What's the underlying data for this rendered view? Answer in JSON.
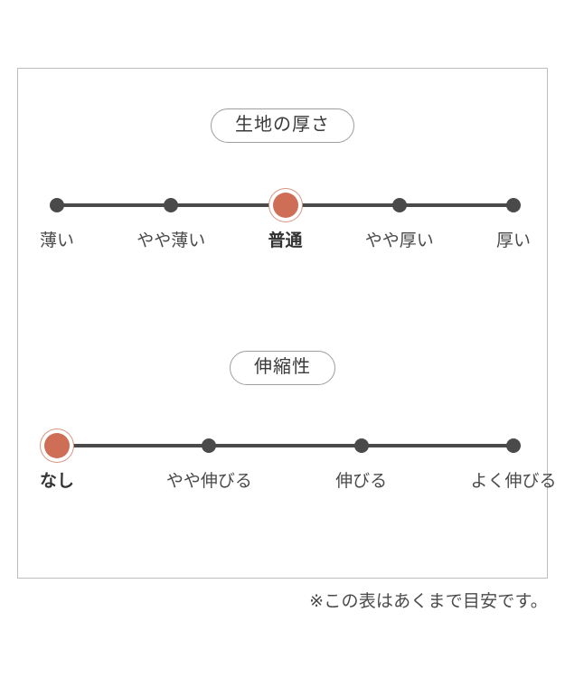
{
  "colors": {
    "accent": "#cf6e56",
    "accent_ring": "#d79480",
    "dot": "#4a4a4a",
    "border": "#bdbdbd",
    "text": "#4a4a4a",
    "background": "#ffffff"
  },
  "card": {
    "scales": [
      {
        "title": "生地の厚さ",
        "selected_index": 2,
        "options": [
          "薄い",
          "やや薄い",
          "普通",
          "やや厚い",
          "厚い"
        ]
      },
      {
        "title": "伸縮性",
        "selected_index": 0,
        "options": [
          "なし",
          "やや伸びる",
          "伸びる",
          "よく伸びる"
        ]
      }
    ]
  },
  "footnote": "※この表はあくまで目安です。",
  "chart_data": {
    "type": "table",
    "title": "",
    "charts": [
      {
        "type": "scale",
        "title": "生地の厚さ",
        "categories": [
          "薄い",
          "やや薄い",
          "普通",
          "やや厚い",
          "厚い"
        ],
        "values": [
          0,
          0,
          1,
          0,
          0
        ],
        "selected": "普通",
        "selected_index": 2,
        "xlabel": "",
        "ylabel": "",
        "legend": [],
        "grid": false
      },
      {
        "type": "scale",
        "title": "伸縮性",
        "categories": [
          "なし",
          "やや伸びる",
          "伸びる",
          "よく伸びる"
        ],
        "values": [
          1,
          0,
          0,
          0
        ],
        "selected": "なし",
        "selected_index": 0,
        "xlabel": "",
        "ylabel": "",
        "legend": [],
        "grid": false
      }
    ],
    "annotations": [
      "※この表はあくまで目安です。"
    ]
  }
}
